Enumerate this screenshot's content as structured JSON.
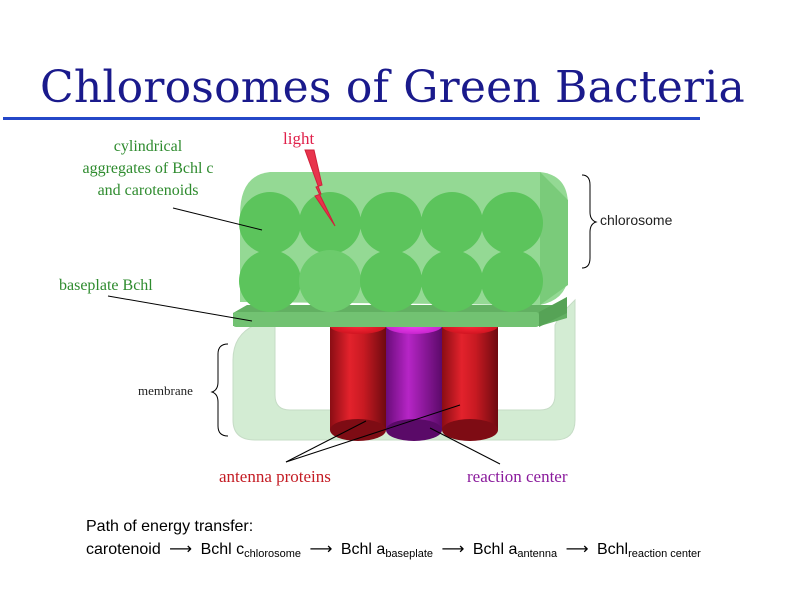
{
  "title": "Chlorosomes of Green Bacteria",
  "labels": {
    "cylinders": [
      "cylindrical",
      "aggregates of Bchl c",
      "and carotenoids"
    ],
    "light": "light",
    "chlorosome": "chlorosome",
    "baseplate": "baseplate Bchl",
    "membrane": "membrane",
    "antenna": "antenna proteins",
    "reaction_center": "reaction center"
  },
  "energy_path": {
    "heading": "Path of energy transfer:",
    "steps": [
      {
        "name": "carotenoid",
        "sub": ""
      },
      {
        "name": "Bchl c",
        "sub": "chlorosome"
      },
      {
        "name": "Bchl a",
        "sub": "baseplate"
      },
      {
        "name": "Bchl a",
        "sub": "antenna"
      },
      {
        "name": "Bchl",
        "sub": "reaction center"
      }
    ],
    "arrow": "⟶"
  },
  "colors": {
    "title": "#1a1a8c",
    "rule": "#2447c8",
    "chlorosome_green": "#5cc45c",
    "chlorosome_body": "#7ad47a",
    "membrane": "#d2ecd2",
    "label_green": "#2e8b2e",
    "antenna_red": "#c41c24",
    "reaction_purple": "#9b1aa8",
    "light_red": "#e02040"
  }
}
